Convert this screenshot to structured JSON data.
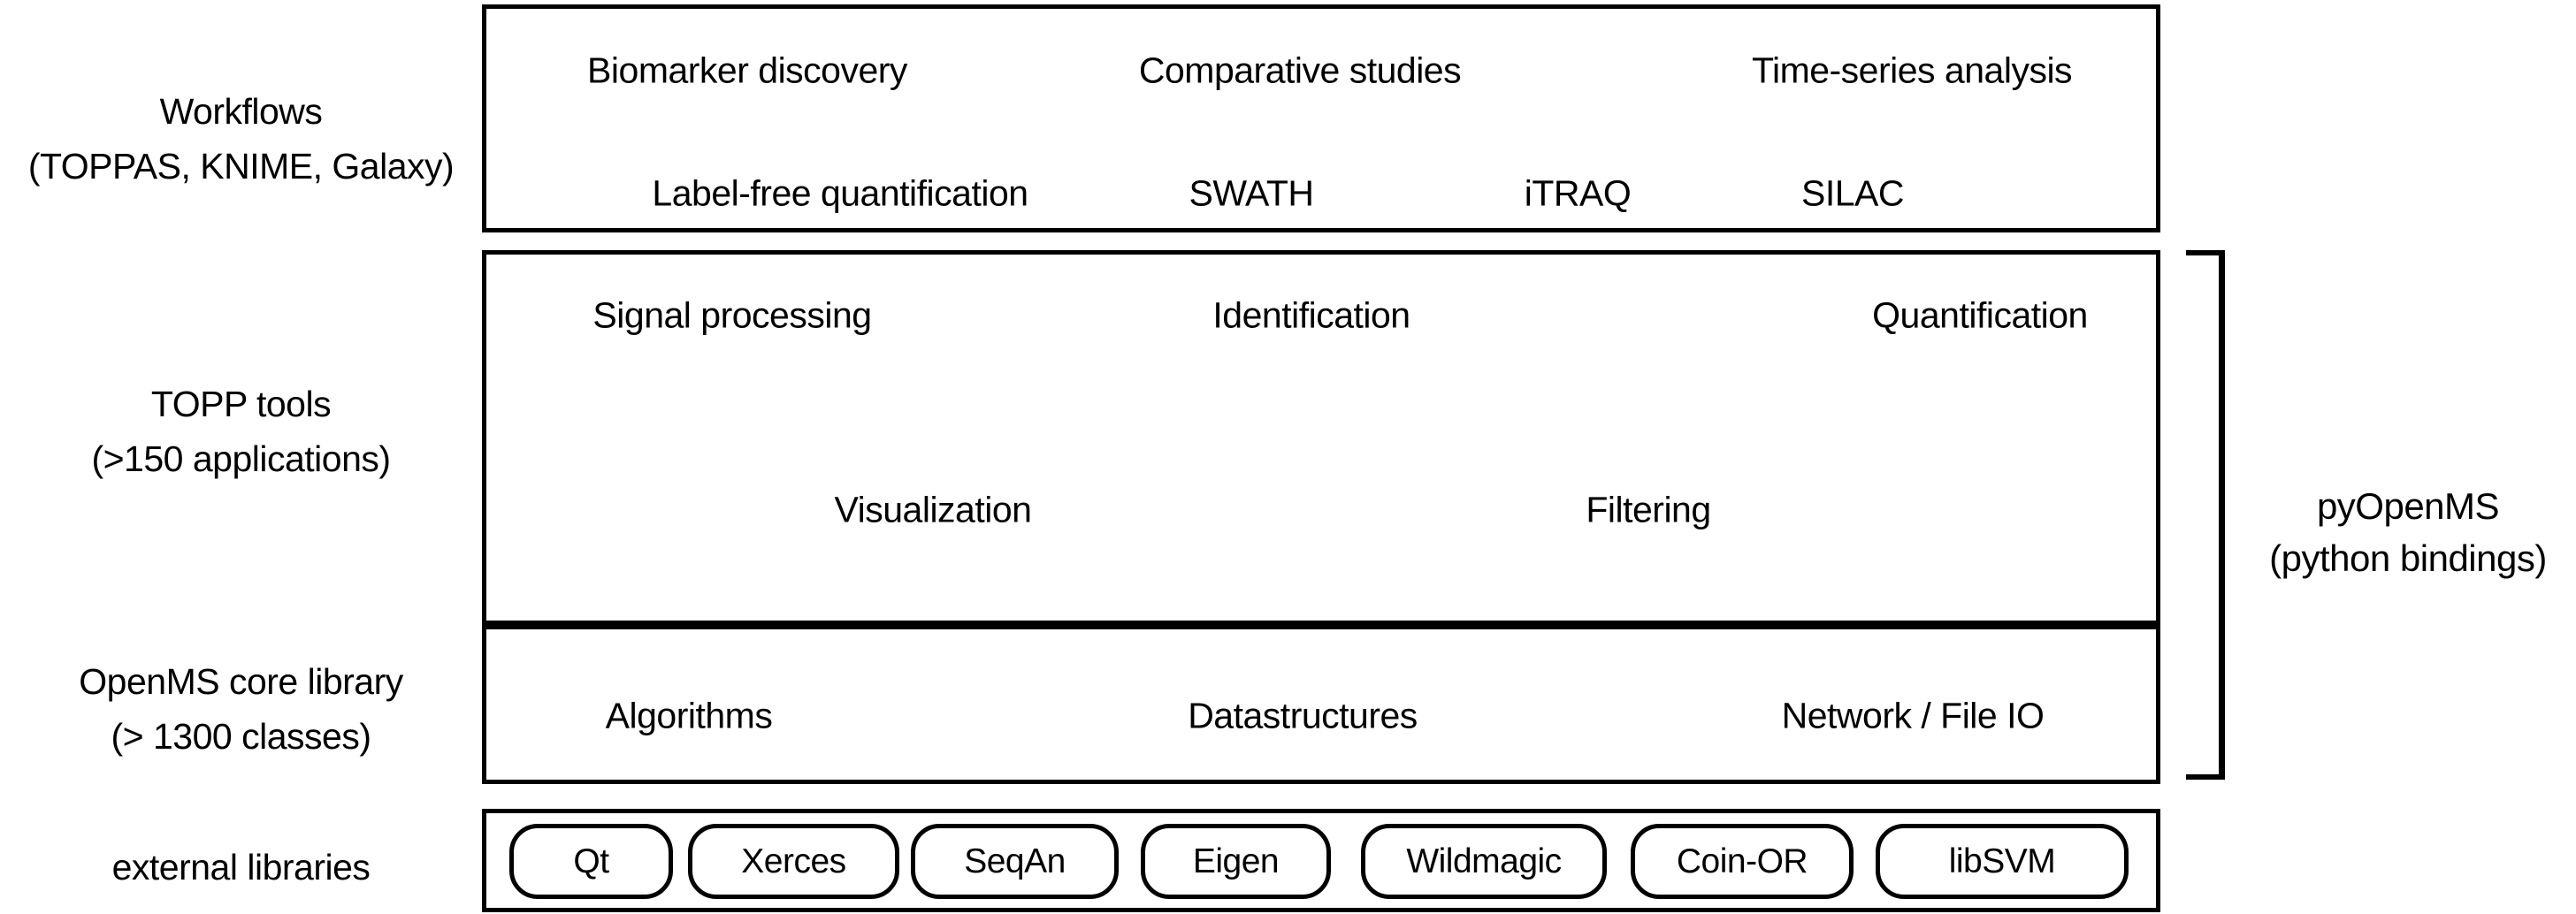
{
  "side_labels": {
    "workflows": {
      "line1": "Workflows",
      "line2": "(TOPPAS, KNIME, Galaxy)"
    },
    "topp_tools": {
      "line1": "TOPP tools",
      "line2": "(>150 applications)"
    },
    "core_library": {
      "line1": "OpenMS core library",
      "line2": "(> 1300 classes)"
    },
    "external_libraries": {
      "line1": "external libraries"
    }
  },
  "workflows_box": {
    "row1": [
      {
        "label": "Biomarker discovery"
      },
      {
        "label": "Comparative studies"
      },
      {
        "label": "Time-series analysis"
      }
    ],
    "row2": [
      {
        "label": "Label-free quantification"
      },
      {
        "label": "SWATH"
      },
      {
        "label": "iTRAQ"
      },
      {
        "label": "SILAC"
      }
    ]
  },
  "topp_tools_box": {
    "row1": [
      {
        "label": "Signal processing"
      },
      {
        "label": "Identification"
      },
      {
        "label": "Quantification"
      }
    ],
    "row2": [
      {
        "label": "Visualization"
      },
      {
        "label": "Filtering"
      }
    ]
  },
  "core_library_box": {
    "row1": [
      {
        "label": "Algorithms"
      },
      {
        "label": "Datastructures"
      },
      {
        "label": "Network / File IO"
      }
    ]
  },
  "external_libraries_box": {
    "pills": [
      {
        "label": "Qt"
      },
      {
        "label": "Xerces"
      },
      {
        "label": "SeqAn"
      },
      {
        "label": "Eigen"
      },
      {
        "label": "Wildmagic"
      },
      {
        "label": "Coin-OR"
      },
      {
        "label": "libSVM"
      }
    ]
  },
  "pyopenms": {
    "line1": "pyOpenMS",
    "line2": "(python bindings)"
  },
  "colors": {
    "line": "#000000",
    "text": "#000000",
    "background": "#ffffff"
  }
}
